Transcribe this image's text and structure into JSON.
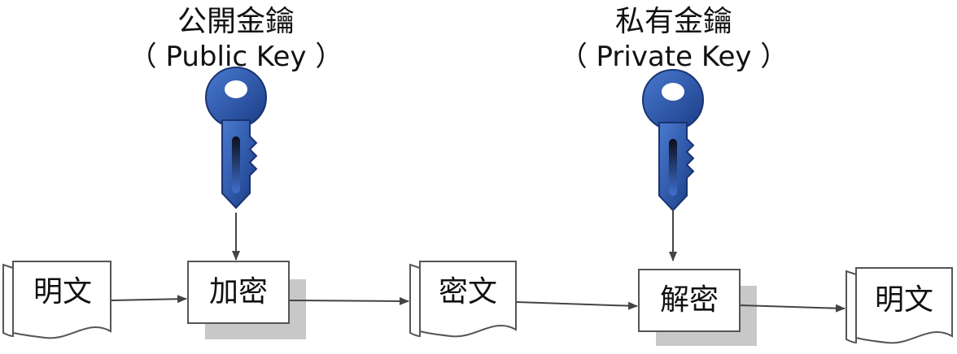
{
  "keys": {
    "public": {
      "title": "公開金鑰",
      "subtitle": "（ Public Key ）"
    },
    "private": {
      "title": "私有金鑰",
      "subtitle": "（ Private Key ）"
    }
  },
  "nodes": {
    "plaintext_in": "明文",
    "encrypt": "加密",
    "ciphertext": "密文",
    "decrypt": "解密",
    "plaintext_out": "明文"
  },
  "colors": {
    "key_blue": "#2a56a6",
    "key_dark": "#1a3370",
    "shadow": "#c8c8c8",
    "border": "#555555",
    "arrow": "#444444"
  },
  "icons": [
    "key-icon"
  ]
}
